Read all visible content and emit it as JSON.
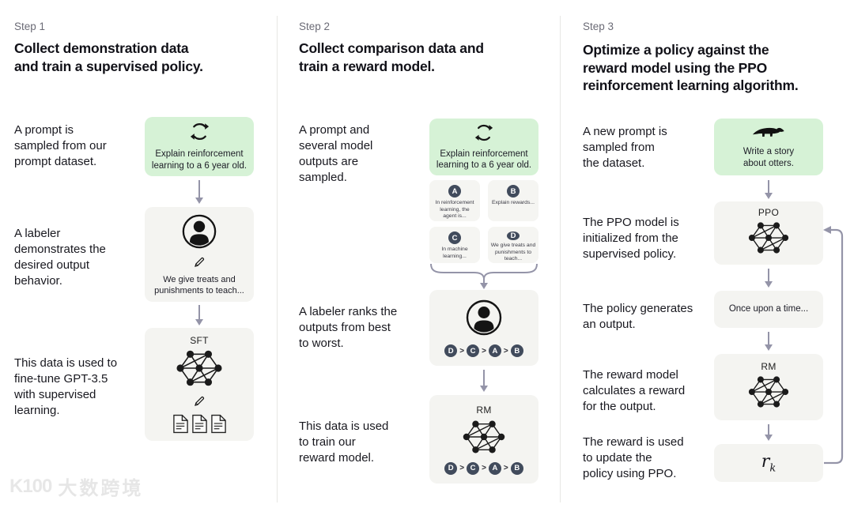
{
  "colors": {
    "prompt_box_green": "#d6f2d6",
    "model_box_gray": "#f4f4f1",
    "rank_badge": "#414b5c",
    "arrow": "#9494a8"
  },
  "step1": {
    "label": "Step 1",
    "title": "Collect demonstration data\nand train a supervised policy.",
    "caption_prompt": "A prompt is\nsampled from our\nprompt dataset.",
    "prompt_box": "Explain reinforcement\nlearning to a 6 year old.",
    "caption_labeler": "A labeler\ndemonstrates the\ndesired output\nbehavior.",
    "labeler_box": "We give treats and\npunishments to teach...",
    "sft_label": "SFT",
    "caption_sft": "This data is used to\nfine-tune GPT-3.5\nwith supervised\nlearning."
  },
  "step2": {
    "label": "Step 2",
    "title": "Collect comparison data and\ntrain a reward model.",
    "caption_prompt": "A prompt and\nseveral model\noutputs are\nsampled.",
    "prompt_box": "Explain reinforcement\nlearning to a 6 year old.",
    "outputs": [
      {
        "id": "A",
        "text": "In reinforcement\nlearning, the\nagent is..."
      },
      {
        "id": "B",
        "text": "Explain rewards..."
      },
      {
        "id": "C",
        "text": "In machine\nlearning..."
      },
      {
        "id": "D",
        "text": "We give treats and\npunishments to\nteach..."
      }
    ],
    "caption_rank": "A labeler ranks the\noutputs from best\nto worst.",
    "ranking": [
      "D",
      "C",
      "A",
      "B"
    ],
    "rank_separator": ">",
    "rm_label": "RM",
    "caption_rm": "This data is used\nto train our\nreward model."
  },
  "step3": {
    "label": "Step 3",
    "title": "Optimize a policy against the\nreward model using the PPO\nreinforcement learning algorithm.",
    "caption_prompt": "A new prompt is\nsampled from\nthe dataset.",
    "prompt_box": "Write a story\nabout otters.",
    "caption_ppo": "The PPO model is\ninitialized from the\nsupervised policy.",
    "ppo_label": "PPO",
    "caption_output": "The policy generates\nan output.",
    "output_box": "Once upon a time...",
    "caption_rm": "The reward model\ncalculates a reward\nfor the output.",
    "rm_label": "RM",
    "caption_reward": "The reward is used\nto update the\npolicy using PPO.",
    "reward_symbol": "r",
    "reward_subscript": "k"
  },
  "watermark": {
    "logo_text": "K100",
    "brand_text": "大数跨境"
  }
}
